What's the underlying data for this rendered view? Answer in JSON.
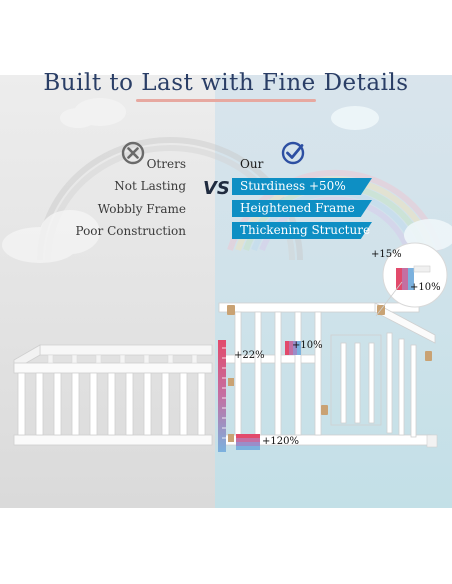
{
  "title": "Built to Last with Fine Details",
  "left_column": {
    "header": "Otrers",
    "items": [
      "Not Lasting",
      "Wobbly Frame",
      "Poor Construction"
    ]
  },
  "right_column": {
    "header": "Our",
    "items": [
      "Sturdiness +50%",
      "Heightened Frame",
      "Thickening Structure"
    ]
  },
  "vs_label": "VS",
  "annotations": {
    "height_left": "+22%",
    "rail_top": "+10%",
    "bottom_rail": "+120%",
    "zoom_top": "+15%",
    "zoom_side": "+10%"
  },
  "colors": {
    "title": "#2a3e66",
    "band": "#0e8fc4",
    "accent_underline": "#e7a8a0",
    "left_bg": "#e3e3e3",
    "right_bg": "#cfe2ea"
  }
}
